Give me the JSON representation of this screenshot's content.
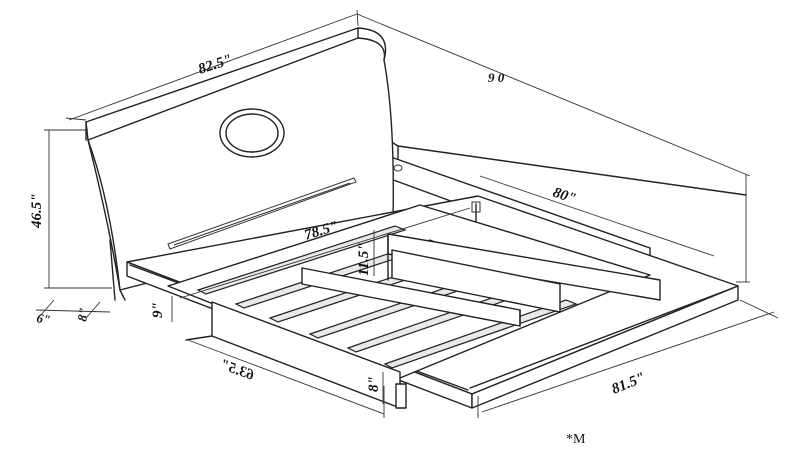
{
  "dimensions": {
    "headboard_width": "82.5\"",
    "overall_length": "9 0",
    "headboard_height": "46.5\"",
    "side_rail_length": "80\"",
    "inner_length": "78.5\"",
    "inner_height": "11.5\"",
    "rail_height": "9\"",
    "base_thickness": "8\"",
    "headboard_depth": "6\"",
    "foot_height": "8\"",
    "base_length": "63.5\"",
    "overall_width": "81.5\""
  },
  "model_mark": "*M"
}
